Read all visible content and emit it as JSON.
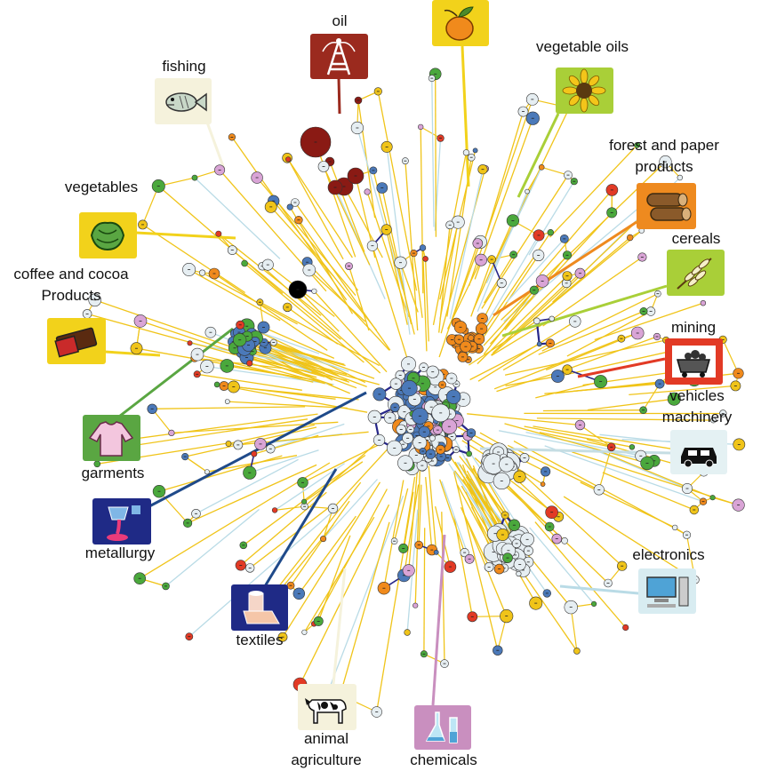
{
  "labels": {
    "oil": "oil",
    "fishing": "fishing",
    "vegetable_oils": "vegetable oils",
    "forest_line1": "forest and paper",
    "forest_line2": "products",
    "vegetables": "vegetables",
    "cereals": "cereals",
    "coffee_line1": "coffee and cocoa",
    "coffee_line2": "Products",
    "mining": "mining",
    "vehicles_line1": "vehicles",
    "vehicles_line2": "machinery",
    "garments": "garments",
    "metallurgy": "metallurgy",
    "electronics": "electronics",
    "textiles": "textiles",
    "animal_line1": "animal",
    "animal_line2": "agriculture",
    "chemicals": "chemicals"
  },
  "icons": [
    {
      "name": "fruit-icon",
      "bg": "#f2d21b"
    },
    {
      "name": "oil-derrick-icon",
      "bg": "#9b2a1e"
    },
    {
      "name": "fish-icon",
      "bg": "#f5f2dc"
    },
    {
      "name": "sunflower-icon",
      "bg": "#a9cf38"
    },
    {
      "name": "logs-icon",
      "bg": "#ee8a1f"
    },
    {
      "name": "lettuce-icon",
      "bg": "#f2d21b"
    },
    {
      "name": "wheat-icon",
      "bg": "#a9cf38"
    },
    {
      "name": "chocolate-bar-icon",
      "bg": "#f2d21b"
    },
    {
      "name": "mine-cart-icon",
      "bg": "#e23a25"
    },
    {
      "name": "car-icon",
      "bg": "#e4f1f3"
    },
    {
      "name": "sweater-icon",
      "bg": "#5aa642"
    },
    {
      "name": "molten-metal-icon",
      "bg": "#1f2a86"
    },
    {
      "name": "computer-icon",
      "bg": "#d8ecf1"
    },
    {
      "name": "fabric-roll-icon",
      "bg": "#1f2a86"
    },
    {
      "name": "cow-icon",
      "bg": "#f5f2dc"
    },
    {
      "name": "flask-icon",
      "bg": "#c98fbf"
    }
  ],
  "palette": {
    "yellow": "#f0c419",
    "navy": "#27278a",
    "light_blue": "#b9dbe6",
    "white_node": "#e6eef2",
    "green": "#4aa83c",
    "orange": "#f08a1c",
    "red": "#e23a25",
    "pink": "#d9a4d6",
    "steel_blue": "#4b79b9",
    "dark_red": "#8a1a14",
    "lime": "#93c83e"
  }
}
